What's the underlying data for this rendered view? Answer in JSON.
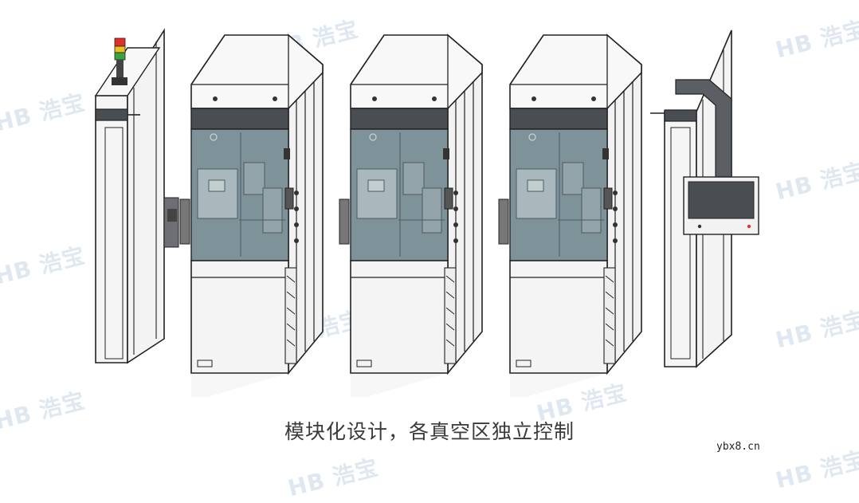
{
  "caption": "模块化设计，各真空区独立控制",
  "watermark_text": "HB 浩宝",
  "site_label": "ybx8.cn",
  "colors": {
    "frame_stroke": "#222222",
    "panel_fill": "#f4f4f4",
    "cabinet_band": "#4a4d52",
    "glass_window": "#7e9299",
    "screen": "#ededed",
    "lamp_red": "#e0302a",
    "lamp_yellow": "#e8c020",
    "lamp_green": "#3aa040",
    "watermark": "#dfe8f1"
  },
  "icons": {
    "stack_light": "tower-lamp-icon",
    "touch_panel": "hmi-screen-icon"
  }
}
